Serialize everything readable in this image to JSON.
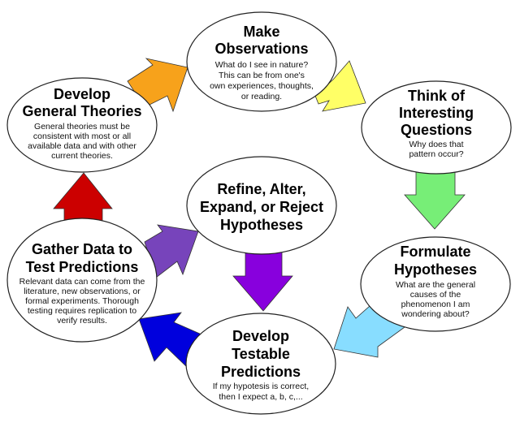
{
  "colors": {
    "orange": "#f7a21b",
    "yellow": "#ffff66",
    "green": "#77ee77",
    "light_blue": "#88ddff",
    "dark_blue": "#0000dd",
    "purple": "#8800dd",
    "violet": "#7744bb",
    "red": "#cc0000"
  },
  "nodes": {
    "observations": {
      "title": [
        "Make",
        "Observations"
      ],
      "body": [
        "What do I see in nature?",
        "This can be from one's",
        "own experiences, thoughts,",
        "or reading."
      ]
    },
    "questions": {
      "title": [
        "Think of",
        "Interesting",
        "Questions"
      ],
      "body": [
        "Why does that",
        "pattern occur?"
      ]
    },
    "hypotheses": {
      "title": [
        "Formulate",
        "Hypotheses"
      ],
      "body": [
        "What are the general",
        "causes of the",
        "phenomenon I am",
        "wondering about?"
      ]
    },
    "predictions": {
      "title": [
        "Develop",
        "Testable",
        "Predictions"
      ],
      "body": [
        "If my hypotesis is correct,",
        "then I expect a, b, c,..."
      ]
    },
    "gather": {
      "title": [
        "Gather Data to",
        "Test Predictions"
      ],
      "body": [
        "Relevant data can come from the",
        "literature, new observations, or",
        "formal experiments.  Thorough",
        "testing requires replication to",
        "verify results."
      ]
    },
    "theories": {
      "title": [
        "Develop",
        "General Theories"
      ],
      "body": [
        "General theories must be",
        "consistent with most or all",
        "available data and with other",
        "current theories."
      ]
    },
    "refine": {
      "title": [
        "Refine, Alter,",
        "Expand, or Reject",
        "Hypotheses"
      ],
      "body": []
    }
  }
}
